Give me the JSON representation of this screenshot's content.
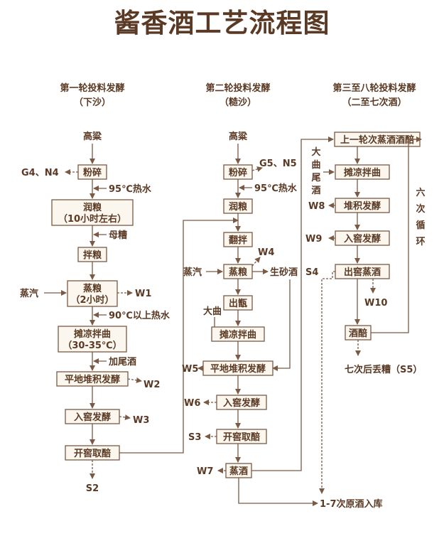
{
  "title": "酱香酒工艺流程图",
  "col1": {
    "head1": "第一轮投料发酵",
    "head2": "（下沙）",
    "raw": "高粱",
    "crush": "粉碎",
    "g4n4": "G4、N4",
    "hot95": "95℃热水",
    "run1": "润粮",
    "run2": "（10小时左右）",
    "mucao": "母糟",
    "banliang": "拌粮",
    "steam_in": "蒸汽",
    "zheng1": "蒸粮",
    "zheng2": "（2小时）",
    "w1": "W1",
    "hot90": "90℃以上热水",
    "tan1": "摊凉拌曲",
    "tan2": "（30-35℃）",
    "jiawei": "加尾酒",
    "duiji": "平地堆积发酵",
    "w2": "W2",
    "rujiao": "入窖发酵",
    "w3": "W3",
    "kaijiao": "开窖取醅",
    "s2": "S2"
  },
  "col2": {
    "head1": "第二轮投料发酵",
    "head2": "（糙沙）",
    "raw": "高粱",
    "crush": "粉碎",
    "g5n5": "G5、N5",
    "hot95": "95℃热水",
    "run": "润粮",
    "fanban": "翻拌",
    "w4": "W4",
    "steam_in": "蒸汽",
    "zheng": "蒸粮",
    "shengsha": "生砂酒",
    "chuzeng": "出甑",
    "daqu": "大曲",
    "tan": "摊凉拌曲",
    "w5": "W5",
    "duiji": "平地堆积发酵",
    "w6": "W6",
    "rujiao": "入窖发酵",
    "s3": "S3",
    "kaijiao": "开窖取醅",
    "w7": "W7",
    "zhengjiu": "蒸酒",
    "yuanjiu": "1-7次原酒入库"
  },
  "col3": {
    "head1": "第三至八轮投料发酵",
    "head2": "（二至七次酒）",
    "top": "上一轮次蒸酒酒醅",
    "daqu": "大",
    "qu": "曲",
    "wei": "尾",
    "jiu": "酒",
    "tan": "摊凉拌曲",
    "w8": "W8",
    "duiji": "堆积发酵",
    "w9": "W9",
    "rujiao": "入窖发酵",
    "s4": "S4",
    "chujiao": "出窖蒸酒",
    "w10": "W10",
    "jiupei": "酒醅",
    "s5": "七次后丢糟（S5）",
    "cyc1": "六",
    "cyc2": "次",
    "cyc3": "循",
    "cyc4": "环"
  },
  "colors": {
    "line": "#7a5a45",
    "text": "#5a3a24"
  }
}
